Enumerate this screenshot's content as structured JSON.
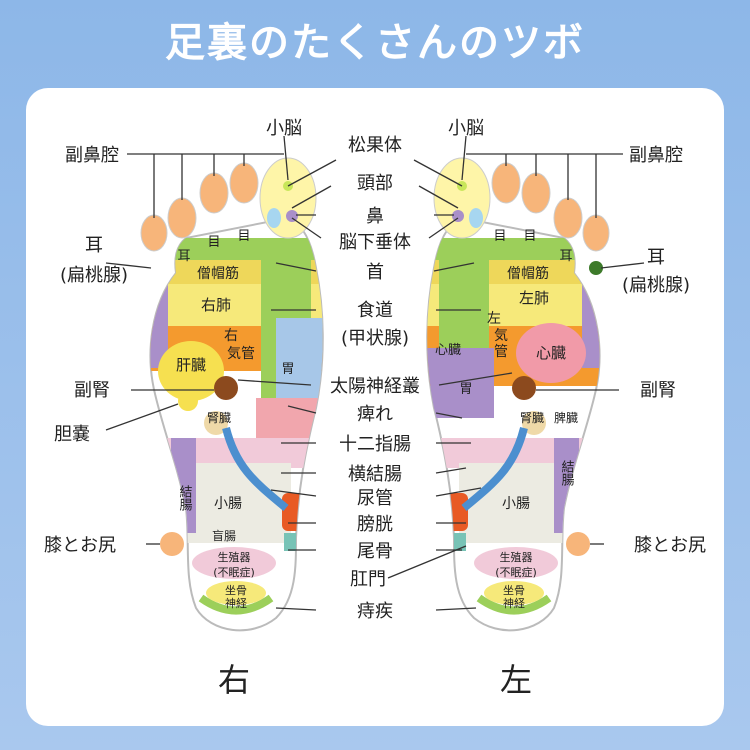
{
  "title": "足裏のたくさんのツボ",
  "side_right": "右",
  "side_left": "左",
  "callouts": {
    "shounou": "小脳",
    "fukubikou": "副鼻腔",
    "shoukatai": "松果体",
    "toubu": "頭部",
    "hana": "鼻",
    "nouka": "脳下垂体",
    "mimi": "耳",
    "hentousen": "(扁桃腺)",
    "kubi": "首",
    "shokudou": "食道",
    "koujousen": "(甲状腺)",
    "fukujin": "副腎",
    "taiyou": "太陽神経叢",
    "tannou": "胆嚢",
    "shibire": "痺れ",
    "juunishi": "十二指腸",
    "oukecchou": "横結腸",
    "nyoukan": "尿管",
    "boukou": "膀胱",
    "hizaoshiri": "膝とお尻",
    "bikotsu": "尾骨",
    "koumon": "肛門",
    "jishitsu": "痔疾"
  },
  "zones": {
    "mimi": "耳",
    "me": "目",
    "soubou": "僧帽筋",
    "uhai": "右肺",
    "sahai": "左肺",
    "migi": "右",
    "kikan": "気管",
    "hidari": "左",
    "kizo": "気",
    "kan": "管",
    "kanzou": "肝臓",
    "i": "胃",
    "shinzou": "心臓",
    "jinzou": "腎臓",
    "hizou": "脾臓",
    "kecchou": "結腸",
    "shouchou": "小腸",
    "mouchou": "盲腸",
    "seishoku": "生殖器",
    "fuminsho": "(不眠症)",
    "zakotsu": "坐骨",
    "shinkei": "神経"
  },
  "colors": {
    "background_top": "#8db7e8",
    "card": "#ffffff",
    "toe": "#f7b57a",
    "yellow": "#f6e97a",
    "green": "#9ccf5a",
    "purple": "#a98fc9",
    "orange": "#f49a2e",
    "pink": "#f1a6ad",
    "teal": "#78c3b6",
    "blue": "#4c8fcf"
  }
}
